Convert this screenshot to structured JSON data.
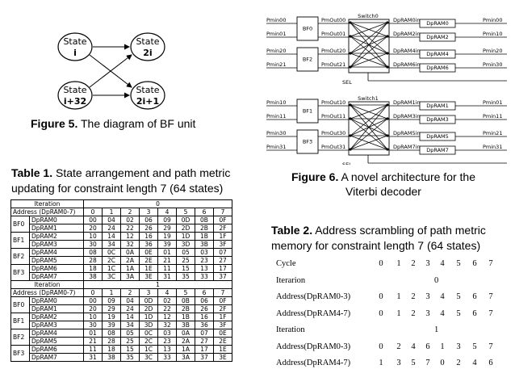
{
  "figure5": {
    "states": [
      {
        "line1": "State",
        "line2": "i"
      },
      {
        "line1": "State",
        "line2": "2i"
      },
      {
        "line1": "State",
        "line2": "i+32"
      },
      {
        "line1": "State",
        "line2": "2i+1"
      }
    ],
    "caption_bold": "Figure 5.",
    "caption_text": " The diagram of BF unit"
  },
  "table1": {
    "caption_bold": "Table 1.",
    "caption_text": " State arrangement and path metric updating for constraint length 7 (64 states)",
    "header_iteration": "Iteration",
    "iterations": [
      "0",
      "1"
    ],
    "header_address": [
      "Address (DpRAM0-7)",
      "Address (DpRAM0-7)"
    ],
    "addr_cols": [
      "0",
      "1",
      "2",
      "3",
      "4",
      "5",
      "6",
      "7"
    ],
    "bf_labels": [
      "BF0",
      "BF1",
      "BF2",
      "BF3"
    ],
    "blocks": [
      [
        {
          "bf": "BF0",
          "ram": "DpRAM0",
          "v": [
            "00",
            "04",
            "02",
            "06",
            "09",
            "0D",
            "0B",
            "0F"
          ]
        },
        {
          "bf": "",
          "ram": "DpRAM1",
          "v": [
            "20",
            "24",
            "22",
            "26",
            "29",
            "2D",
            "2B",
            "2F"
          ]
        },
        {
          "bf": "BF1",
          "ram": "DpRAM2",
          "v": [
            "10",
            "14",
            "12",
            "16",
            "19",
            "1D",
            "1B",
            "1F"
          ]
        },
        {
          "bf": "",
          "ram": "DpRAM3",
          "v": [
            "30",
            "34",
            "32",
            "36",
            "39",
            "3D",
            "3B",
            "3F"
          ]
        },
        {
          "bf": "BF2",
          "ram": "DpRAM4",
          "v": [
            "08",
            "0C",
            "0A",
            "0E",
            "01",
            "05",
            "03",
            "07"
          ]
        },
        {
          "bf": "",
          "ram": "DpRAM5",
          "v": [
            "28",
            "2C",
            "2A",
            "2E",
            "21",
            "25",
            "23",
            "27"
          ]
        },
        {
          "bf": "BF3",
          "ram": "DpRAM6",
          "v": [
            "18",
            "1C",
            "1A",
            "1E",
            "11",
            "15",
            "13",
            "17"
          ]
        },
        {
          "bf": "",
          "ram": "DpRAM7",
          "v": [
            "38",
            "3C",
            "3A",
            "3E",
            "31",
            "35",
            "33",
            "37"
          ]
        }
      ],
      [
        {
          "bf": "BF0",
          "ram": "DpRAM0",
          "v": [
            "00",
            "09",
            "04",
            "0D",
            "02",
            "0B",
            "06",
            "0F"
          ]
        },
        {
          "bf": "",
          "ram": "DpRAM1",
          "v": [
            "20",
            "29",
            "24",
            "2D",
            "22",
            "2B",
            "26",
            "2F"
          ]
        },
        {
          "bf": "BF1",
          "ram": "DpRAM2",
          "v": [
            "10",
            "19",
            "14",
            "1D",
            "12",
            "1B",
            "16",
            "1F"
          ]
        },
        {
          "bf": "",
          "ram": "DpRAM3",
          "v": [
            "30",
            "39",
            "34",
            "3D",
            "32",
            "3B",
            "36",
            "3F"
          ]
        },
        {
          "bf": "BF2",
          "ram": "DpRAM4",
          "v": [
            "01",
            "08",
            "05",
            "0C",
            "03",
            "0A",
            "07",
            "0E"
          ]
        },
        {
          "bf": "",
          "ram": "DpRAM5",
          "v": [
            "21",
            "28",
            "25",
            "2C",
            "23",
            "2A",
            "27",
            "2E"
          ]
        },
        {
          "bf": "BF3",
          "ram": "DpRAM6",
          "v": [
            "11",
            "18",
            "15",
            "1C",
            "13",
            "1A",
            "17",
            "1E"
          ]
        },
        {
          "bf": "",
          "ram": "DpRAM7",
          "v": [
            "31",
            "38",
            "35",
            "3C",
            "33",
            "3A",
            "37",
            "3E"
          ]
        }
      ]
    ]
  },
  "figure6": {
    "caption_bold": "Figure 6.",
    "caption_text": " A novel architecture for the Viterbi decoder",
    "switches": [
      "Switch0",
      "Switch1"
    ],
    "sel": "SEL",
    "groups": [
      {
        "bfs": [
          "BF0",
          "BF2"
        ],
        "pm_in": [
          "Pmin00",
          "Pmin01",
          "Pmin20",
          "Pmin21"
        ],
        "pm_out": [
          "PmOut00",
          "PmOut01",
          "PmOut20",
          "PmOut21"
        ],
        "dp_in": [
          "DpRAM0in",
          "DpRAM2in",
          "DpRAM4in",
          "DpRAM6in"
        ],
        "rams": [
          "DpRAM0",
          "DpRAM2",
          "DpRAM4",
          "DpRAM6"
        ],
        "outs": [
          "Pmin00",
          "Pmin10",
          "Pmin20",
          "Pmin30"
        ]
      },
      {
        "bfs": [
          "BF1",
          "BF3"
        ],
        "pm_in": [
          "Pmin10",
          "Pmin11",
          "Pmin30",
          "Pmin31"
        ],
        "pm_out": [
          "PmOut10",
          "PmOut11",
          "PmOut30",
          "PmOut31"
        ],
        "dp_in": [
          "DpRAM1in",
          "DpRAM3in",
          "DpRAM5in",
          "DpRAM7in"
        ],
        "rams": [
          "DpRAM1",
          "DpRAM3",
          "DpRAM5",
          "DpRAM7"
        ],
        "outs": [
          "Pmin01",
          "Pmin11",
          "Pmin21",
          "Pmin31"
        ]
      }
    ]
  },
  "table2": {
    "caption_bold": "Table 2.",
    "caption_text": " Address scrambling of path metric memory for constraint length 7 (64 states)",
    "rows": [
      {
        "label": "Cycle",
        "values": [
          "0",
          "1",
          "2",
          "3",
          "4",
          "5",
          "6",
          "7"
        ]
      },
      {
        "label": "Iterarion",
        "single": "0"
      },
      {
        "label": "Address(DpRAM0-3)",
        "values": [
          "0",
          "1",
          "2",
          "3",
          "4",
          "5",
          "6",
          "7"
        ]
      },
      {
        "label": "Address(DpRAM4-7)",
        "values": [
          "0",
          "1",
          "2",
          "3",
          "4",
          "5",
          "6",
          "7"
        ]
      },
      {
        "label": "Iteration",
        "single": "1"
      },
      {
        "label": "Address(DpRAM0-3)",
        "values": [
          "0",
          "2",
          "4",
          "6",
          "1",
          "3",
          "5",
          "7"
        ]
      },
      {
        "label": "Address(DpRAM4-7)",
        "values": [
          "1",
          "3",
          "5",
          "7",
          "0",
          "2",
          "4",
          "6"
        ]
      }
    ]
  }
}
